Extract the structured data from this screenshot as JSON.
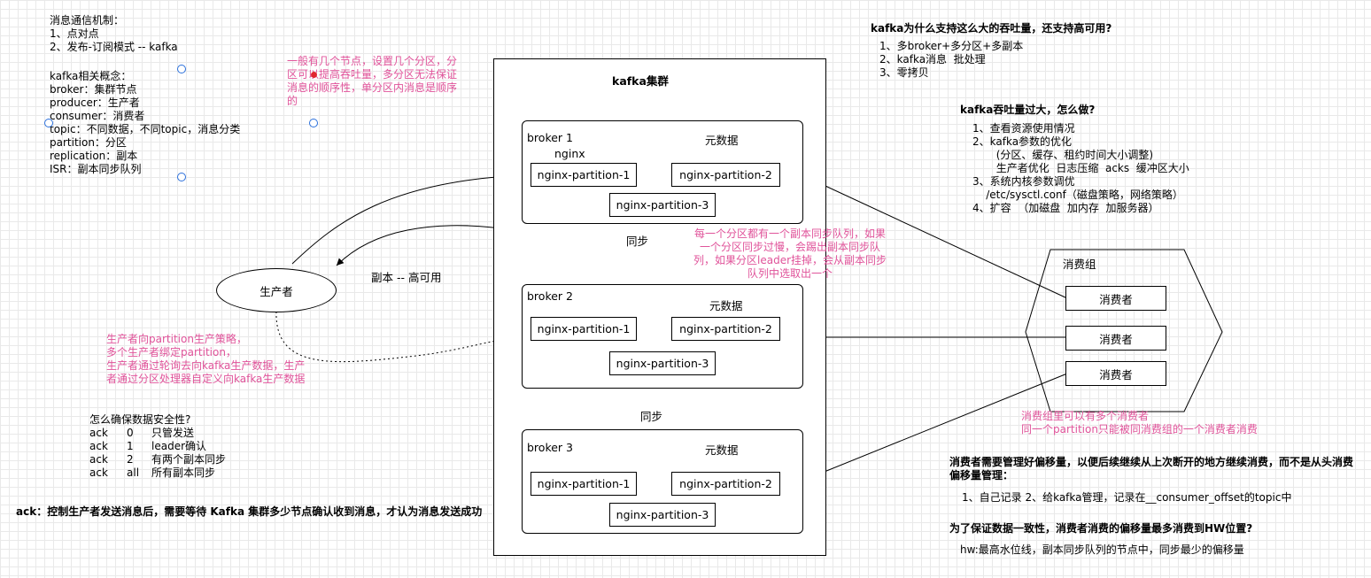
{
  "notes": {
    "mechanism": [
      "消息通信机制：",
      "1、点对点",
      "2、发布-订阅模式 -- kafka"
    ],
    "concepts": [
      "kafka相关概念：",
      "broker：集群节点",
      "producer：生产者",
      "consumer：消费者",
      "topic：不同数据，不同topic，消息分类",
      "partition：分区",
      "replication：副本",
      "ISR：副本同步队列"
    ],
    "partition_tip": [
      "一般有几个节点，设置几个分区，分",
      "区可以提高吞吐量，多分区无法保证",
      "消息的顺序性，单分区内消息是顺序",
      "的"
    ],
    "producer_strategy": [
      "生产者向partition生产策略，",
      "多个生产者绑定partition，",
      "生产者通过轮询去向kafka生产数据，生产",
      "者通过分区处理器自定义向kafka生产数据"
    ],
    "safety_title": "怎么确保数据安全性?",
    "ack_rows": [
      {
        "k": "ack",
        "v": "0",
        "d": "只管发送"
      },
      {
        "k": "ack",
        "v": "1",
        "d": "leader确认"
      },
      {
        "k": "ack",
        "v": "2",
        "d": "有两个副本同步"
      },
      {
        "k": "ack",
        "v": "all",
        "d": "所有副本同步"
      }
    ],
    "ack_def": "ack：控制生产者发送消息后，需要等待 Kafka 集群多少节点确认收到消息，才认为消息发送成功",
    "replica_label": "副本 -- 高可用",
    "sync_label_1": "同步",
    "sync_label_2": "同步",
    "isr_tip": [
      "每一个分区都有一个副本同步队列，如果",
      "一个分区同步过慢，会踢出副本同步队",
      "列，如果分区leader挂掉，会从副本同步",
      "队列中选取出一个"
    ],
    "throughput_title": "kafka为什么支持这么大的吞吐量，还支持高可用?",
    "throughput_items": [
      "1、多broker+多分区+多副本",
      "2、kafka消息  批处理",
      "3、零拷贝"
    ],
    "overload_title": "kafka吞吐量过大，怎么做?",
    "overload_items": [
      "1、查看资源使用情况",
      "2、kafka参数的优化",
      "       (分区、缓存、租约时间大小调整)",
      "       生产者优化  日志压缩  acks  缓冲区大小",
      "3、系统内核参数调优",
      "    /etc/sysctl.conf（磁盘策略，网络策略）",
      "4、扩容  （加磁盘  加内存  加服务器）"
    ],
    "group_tip": [
      "消费组里可以有多个消费者",
      "同一个partition只能被同消费组的一个消费者消费"
    ],
    "offset_title": [
      "消费者需要管理好偏移量，以便后续继续从上次断开的地方继续消费，而不是从头消费",
      "偏移量管理："
    ],
    "offset_items": "1、自己记录   2、给kafka管理，记录在__consumer_offset的topic中",
    "hw_title": "为了保证数据一致性，消费者消费的偏移量最多消费到HW位置?",
    "hw_desc": "hw:最高水位线，副本同步队列的节点中，同步最少的偏移量"
  },
  "cluster": {
    "title": "kafka集群",
    "brokers": [
      {
        "name": "broker 1",
        "meta": "元数据",
        "topic": "nginx",
        "partitions": [
          "nginx-partition-1",
          "nginx-partition-2",
          "nginx-partition-3"
        ]
      },
      {
        "name": "broker 2",
        "meta": "元数据",
        "partitions": [
          "nginx-partition-1",
          "nginx-partition-2",
          "nginx-partition-3"
        ]
      },
      {
        "name": "broker 3",
        "meta": "元数据",
        "partitions": [
          "nginx-partition-1",
          "nginx-partition-2",
          "nginx-partition-3"
        ]
      }
    ]
  },
  "producer": "生产者",
  "consumer_group": {
    "title": "消费组",
    "consumers": [
      "消费者",
      "消费者",
      "消费者"
    ]
  },
  "colors": {
    "accent_pink": "#e0539a",
    "handle_blue": "#2a6fdb",
    "grid": "#e9e9e9"
  }
}
